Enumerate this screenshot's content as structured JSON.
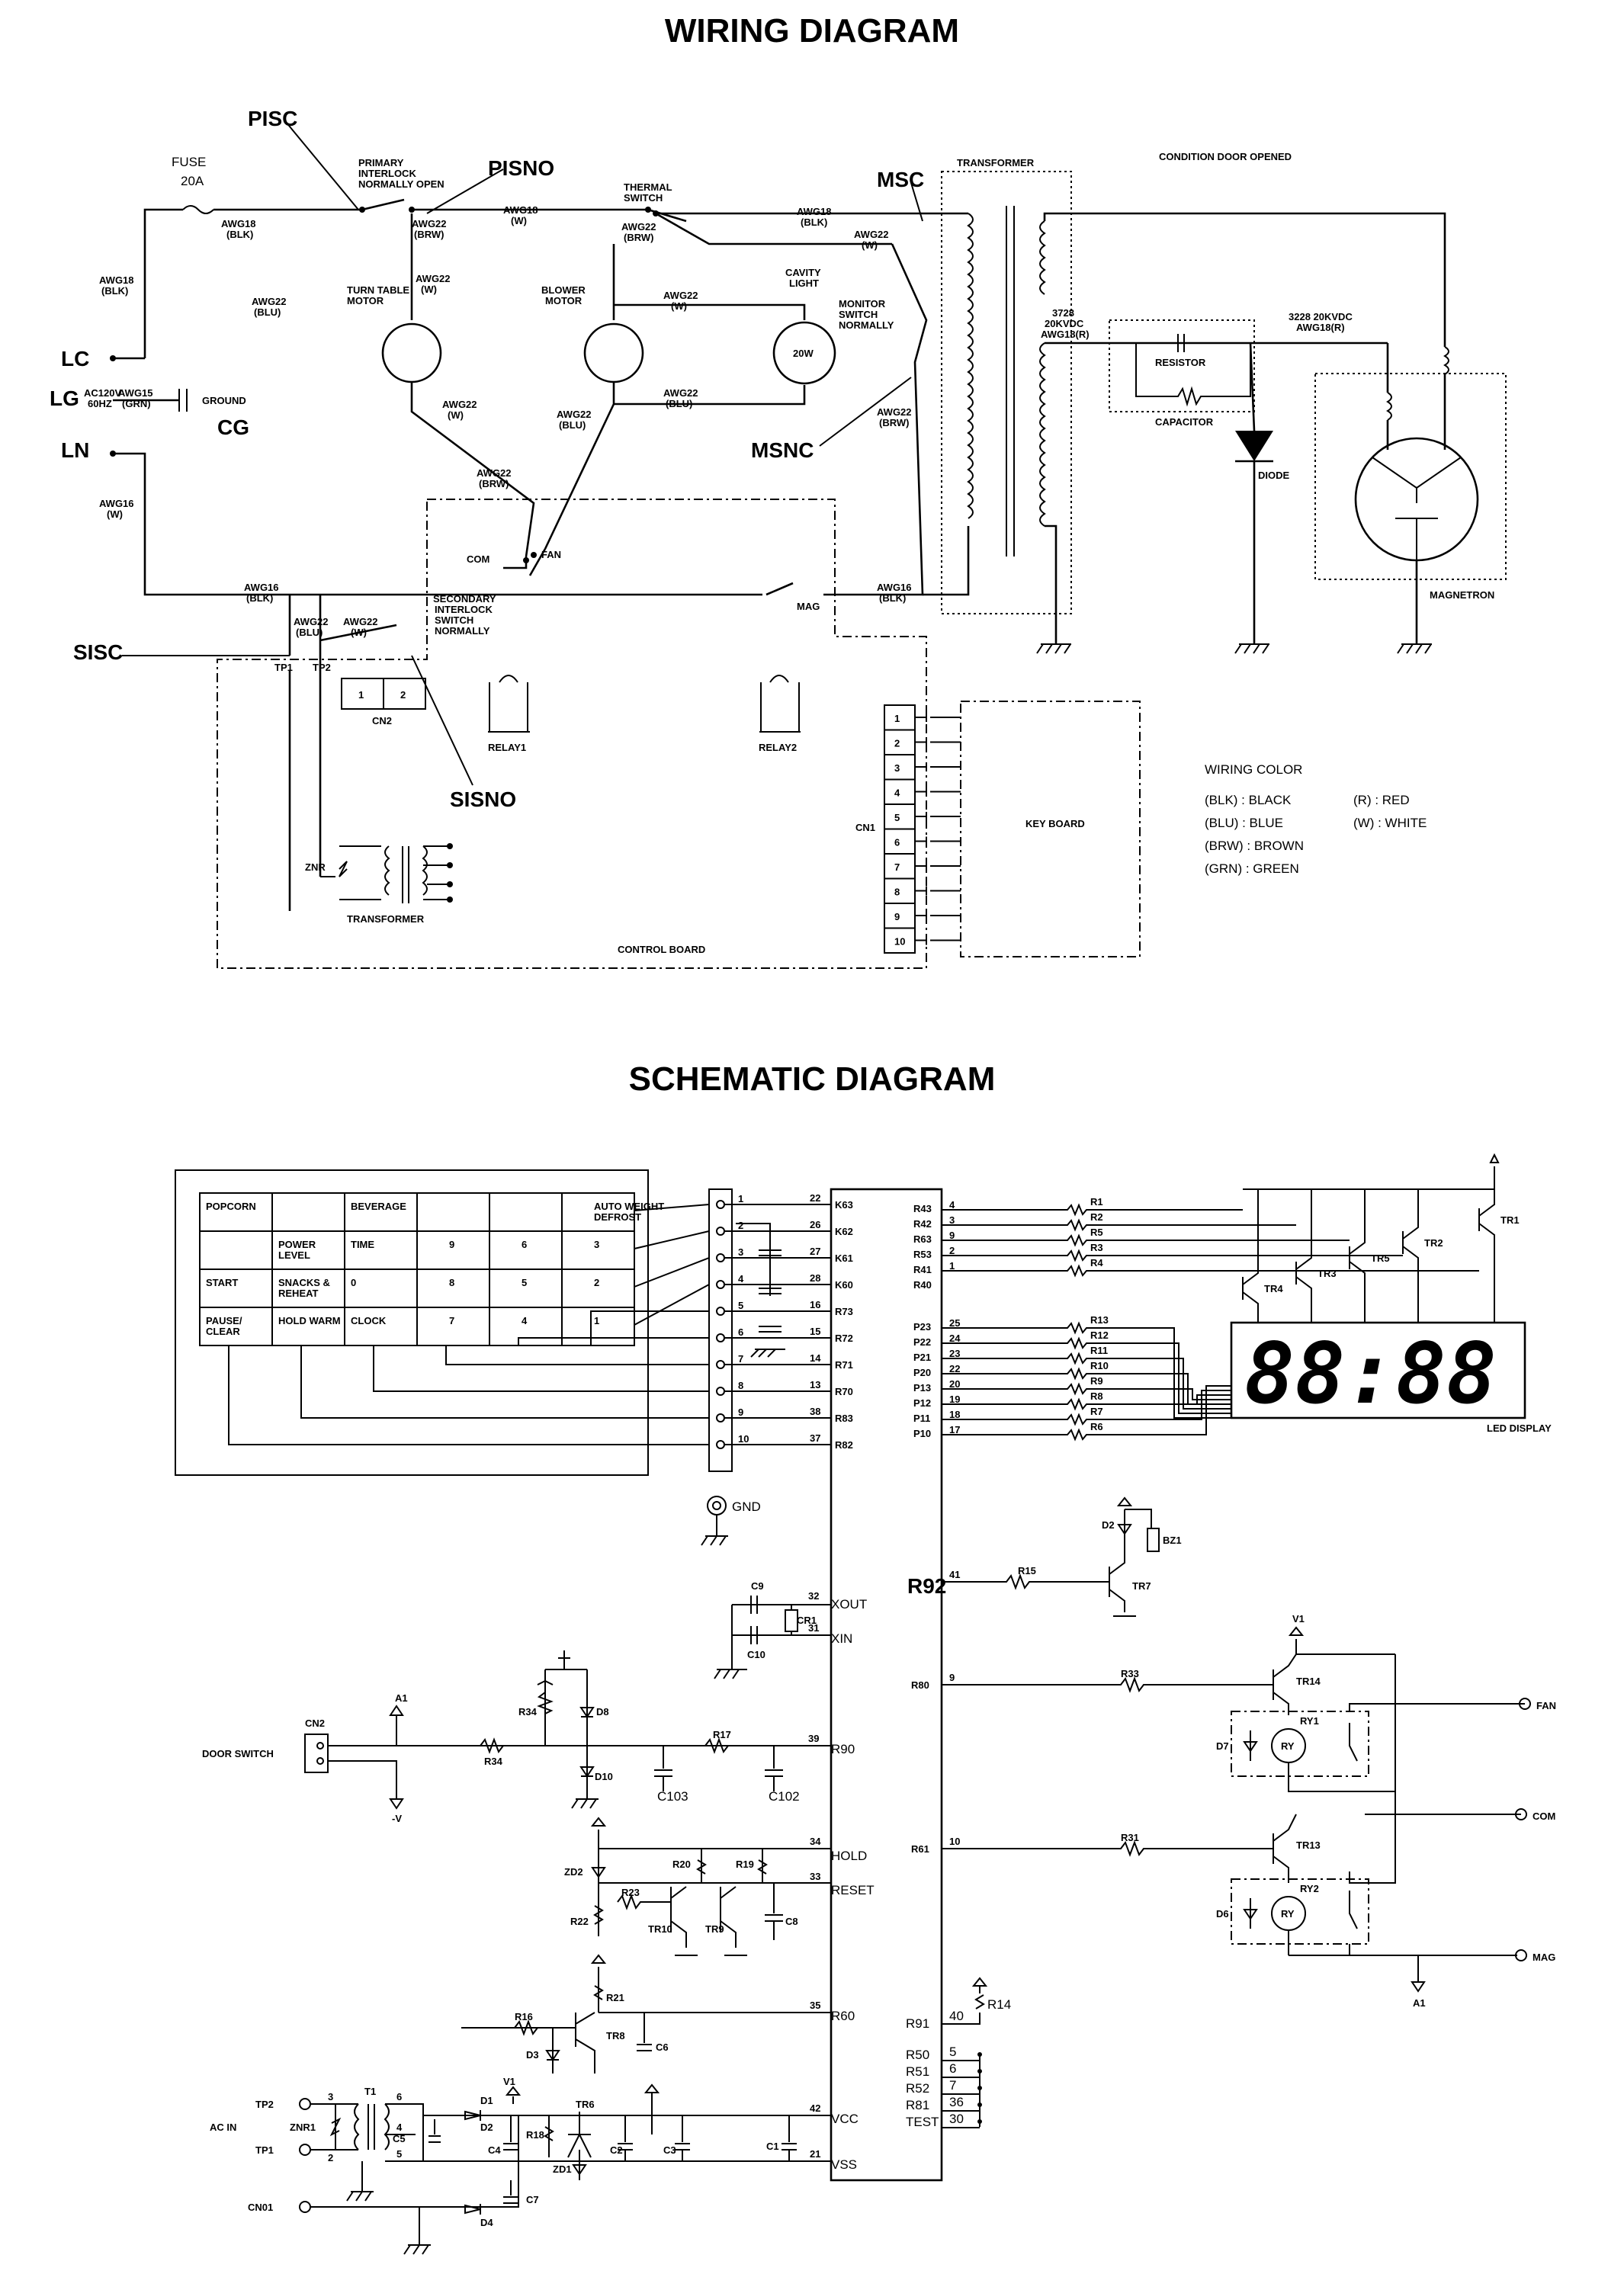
{
  "titles": {
    "wiring": "WIRING DIAGRAM",
    "schematic": "SCHEMATIC DIAGRAM"
  },
  "wiring": {
    "big_labels": {
      "pisc": "PISC",
      "pisno": "PISNO",
      "msc": "MSC",
      "msnc": "MSNC",
      "sisc": "SISC",
      "sisno": "SISNO",
      "lc": "LC",
      "lg": "LG",
      "ln": "LN",
      "cg": "CG"
    },
    "fuse": {
      "name": "FUSE",
      "rating": "20A"
    },
    "condition": "CONDITION  DOOR OPENED",
    "components": {
      "primary_interlock": [
        "PRIMARY",
        "INTERLOCK",
        "NORMALLY OPEN"
      ],
      "thermal_switch": [
        "THERMAL",
        "SWITCH"
      ],
      "turntable_motor": [
        "TURN TABLE",
        "MOTOR"
      ],
      "blower_motor": [
        "BLOWER",
        "MOTOR"
      ],
      "cavity_light": [
        "CAVITY",
        "LIGHT"
      ],
      "lamp": "20W",
      "monitor_switch": [
        "MONITOR",
        "SWITCH",
        "NORMALLY"
      ],
      "transformer_hv": "TRANSFORMER",
      "hv_note": [
        "3728",
        "20KVDC",
        "AWG18(R)"
      ],
      "hv_note2": [
        "3228 20KVDC",
        "AWG18(R)"
      ],
      "resistor": "RESISTOR",
      "capacitor": "CAPACITOR",
      "diode": "DIODE",
      "magnetron": "MAGNETRON",
      "ground": "GROUND",
      "ac_source": [
        "AC120V",
        "60HZ"
      ],
      "secondary_interlock": [
        "SECONDARY",
        "INTERLOCK",
        "SWITCH",
        "NORMALLY"
      ],
      "com": "COM",
      "fan": "FAN",
      "mag": "MAG",
      "relay1": "RELAY1",
      "relay2": "RELAY2",
      "tp1": "TP1",
      "tp2": "TP2",
      "cn2": "CN2",
      "cn1": "CN1",
      "keyboard": "KEY BOARD",
      "znr": "ZNR",
      "transformer_lv": "TRANSFORMER",
      "control_board": "CONTROL BOARD"
    },
    "wires": {
      "awg18_blk": [
        "AWG18",
        "(BLK)"
      ],
      "awg22_brw": [
        "AWG22",
        "(BRW)"
      ],
      "awg22_w": [
        "AWG22",
        "(W)"
      ],
      "awg18_w": [
        "AWG18",
        "(W)"
      ],
      "awg22_blu": [
        "AWG22",
        "(BLU)"
      ],
      "awg15_grn": [
        "AWG15",
        "(GRN)"
      ],
      "awg16_w": [
        "AWG16",
        "(W)"
      ],
      "awg16_blk": [
        "AWG16",
        "(BLK)"
      ]
    },
    "cn1_pins": [
      "1",
      "2",
      "3",
      "4",
      "5",
      "6",
      "7",
      "8",
      "9",
      "10"
    ],
    "cn2_pins": [
      "1",
      "2"
    ],
    "wiring_color": {
      "title": "WIRING COLOR",
      "left": [
        "(BLK) : BLACK",
        "(BLU) : BLUE",
        "(BRW) : BROWN",
        "(GRN) : GREEN"
      ],
      "right": [
        "(R) : RED",
        "(W) : WHITE"
      ]
    }
  },
  "schematic": {
    "keypad": [
      [
        "POPCORN",
        "",
        "BEVERAGE",
        "",
        "",
        "AUTO WEIGHT DEFROST"
      ],
      [
        "",
        "POWER LEVEL",
        "TIME",
        "9",
        "6",
        "3"
      ],
      [
        "START",
        "SNACKS & REHEAT",
        "0",
        "8",
        "5",
        "2"
      ],
      [
        "PAUSE/ CLEAR",
        "HOLD WARM",
        "CLOCK",
        "7",
        "4",
        "1"
      ]
    ],
    "keypad_pins": [
      "1",
      "2",
      "3",
      "4",
      "5",
      "6",
      "7",
      "8",
      "9",
      "10"
    ],
    "left_ic_pins": [
      {
        "num": "22",
        "name": "K63"
      },
      {
        "num": "26",
        "name": "K62"
      },
      {
        "num": "27",
        "name": "K61"
      },
      {
        "num": "28",
        "name": "K60"
      },
      {
        "num": "16",
        "name": "R73"
      },
      {
        "num": "15",
        "name": "R72"
      },
      {
        "num": "14",
        "name": "R71"
      },
      {
        "num": "13",
        "name": "R70"
      },
      {
        "num": "38",
        "name": "R83"
      },
      {
        "num": "37",
        "name": "R82"
      }
    ],
    "right_ic_pins_top": [
      {
        "num": "4",
        "name": "R43",
        "res": "R1"
      },
      {
        "num": "3",
        "name": "R42",
        "res": "R2"
      },
      {
        "num": "9",
        "name": "R63",
        "res": "R5"
      },
      {
        "num": "2",
        "name": "R53",
        "res": "R3"
      },
      {
        "num": "1",
        "name": "R41",
        "res": "R4"
      },
      {
        "num": "",
        "name": "R40",
        "res": ""
      }
    ],
    "segment_pins": [
      {
        "num": "25",
        "name": "P23",
        "res": "R13"
      },
      {
        "num": "24",
        "name": "P22",
        "res": "R12"
      },
      {
        "num": "23",
        "name": "P21",
        "res": "R11"
      },
      {
        "num": "22",
        "name": "P20",
        "res": "R10"
      },
      {
        "num": "20",
        "name": "P13",
        "res": "R9"
      },
      {
        "num": "19",
        "name": "P12",
        "res": "R8"
      },
      {
        "num": "18",
        "name": "P11",
        "res": "R7"
      },
      {
        "num": "17",
        "name": "P10",
        "res": "R6"
      }
    ],
    "transistors_top": [
      "TR4",
      "TR3",
      "TR5",
      "TR2",
      "TR1"
    ],
    "display": {
      "digits": "88:88",
      "label": "LED DISPLAY"
    },
    "gnd": "GND",
    "xtal": {
      "c9": "C9",
      "c10": "C10",
      "cr1": "CR1",
      "xout": "XOUT",
      "xin": "XIN",
      "pin32": "32",
      "pin31": "31"
    },
    "door": {
      "cn2": "CN2",
      "switch": "DOOR SWITCH",
      "a1": "A1",
      "v": "-V",
      "r34": "R34",
      "r34b": "R34",
      "d8": "D8",
      "d10": "D10",
      "c103": "C103",
      "r17": "R17",
      "c102": "C102",
      "pin": "39",
      "port": "R90"
    },
    "reset": {
      "zd2": "ZD2",
      "r23": "R23",
      "r20": "R20",
      "r19": "R19",
      "r22": "R22",
      "tr10": "TR10",
      "tr9": "TR9",
      "c8": "C8",
      "hold": "HOLD",
      "resetp": "RESET",
      "p34": "34",
      "p33": "33"
    },
    "r60": {
      "r16": "R16",
      "r21": "R21",
      "d3": "D3",
      "tr8": "TR8",
      "c6": "C6",
      "pin": "35",
      "port": "R60"
    },
    "power": {
      "tp2": "TP2",
      "tp1": "TP1",
      "acin": "AC   IN",
      "znr1": "ZNR1",
      "t1": "T1",
      "c5": "C5",
      "d1": "D1",
      "d2": "D2",
      "d4": "D4",
      "c4": "C4",
      "c7": "C7",
      "v1": "V1",
      "r18": "R18",
      "tr6": "TR6",
      "zd1": "ZD1",
      "c2": "C2",
      "c3": "C3",
      "c1": "C1",
      "vcc": "VCC",
      "vss": "VSS",
      "p42": "42",
      "p21": "21",
      "cn01": "CN01",
      "n3": "3",
      "n2": "2",
      "n6": "6",
      "n4": "4",
      "n5": "5"
    },
    "buzzer": {
      "r92": "R92",
      "pin": "41",
      "r15": "R15",
      "tr7": "TR7",
      "d2": "D2",
      "bz1": "BZ1"
    },
    "relays": {
      "v1": "V1",
      "r80": "R80",
      "p9": "9",
      "r33": "R33",
      "tr14": "TR14",
      "ry1": "RY1",
      "d7": "D7",
      "fan": "FAN",
      "r81": "R61",
      "p10": "10",
      "r31": "R31",
      "tr13": "TR13",
      "ry2": "RY2",
      "d6": "D6",
      "com": "COM",
      "mag": "MAG",
      "a1": "A1",
      "ry": "RY"
    },
    "test_block": {
      "r91": "R91",
      "p40": "40",
      "r14": "R14",
      "rows": [
        {
          "name": "R50",
          "num": "5"
        },
        {
          "name": "R51",
          "num": "6"
        },
        {
          "name": "R52",
          "num": "7"
        },
        {
          "name": "R81",
          "num": "36"
        },
        {
          "name": "TEST",
          "num": "30"
        }
      ]
    }
  }
}
